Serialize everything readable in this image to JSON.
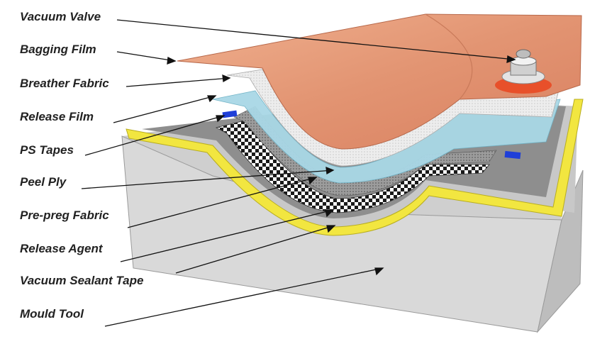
{
  "labels": [
    {
      "id": "vacuum-valve",
      "text": "Vacuum Valve"
    },
    {
      "id": "bagging-film",
      "text": "Bagging Film"
    },
    {
      "id": "breather-fabric",
      "text": "Breather Fabric"
    },
    {
      "id": "release-film",
      "text": "Release Film"
    },
    {
      "id": "ps-tapes",
      "text": "PS Tapes"
    },
    {
      "id": "peel-ply",
      "text": "Peel Ply"
    },
    {
      "id": "pre-preg-fabric",
      "text": "Pre-preg Fabric"
    },
    {
      "id": "release-agent",
      "text": "Release Agent"
    },
    {
      "id": "vacuum-sealant-tape",
      "text": "Vacuum Sealant Tape"
    },
    {
      "id": "mould-tool",
      "text": "Mould Tool"
    }
  ],
  "colors": {
    "mould": "#d6d6d6",
    "mould_side": "#bdbdbd",
    "sealant": "#f2e640",
    "release_agent": "#8e8e8e",
    "prepreg": "#2a2a2a",
    "peel_ply": "#a9a9a9",
    "release_film": "#a9d8e6",
    "breather": "#f0f0f0",
    "bagging_film": "#e9a07f",
    "ps_tape": "#1f3fd8",
    "valve_base": "#e8502a",
    "text": "#222222"
  }
}
